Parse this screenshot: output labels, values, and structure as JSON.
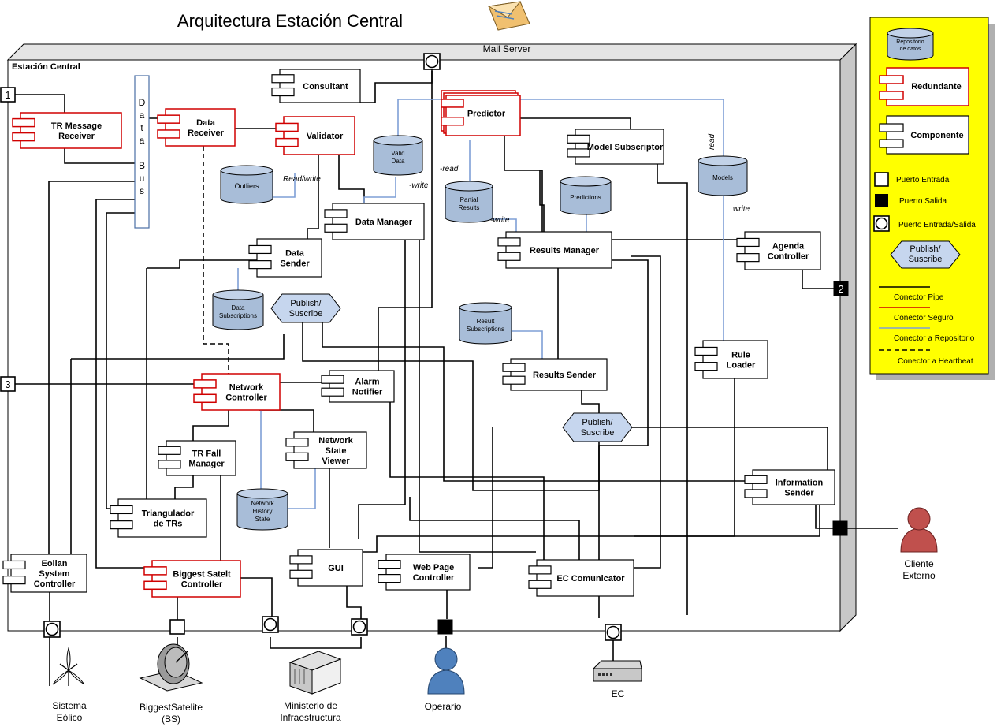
{
  "title": "Arquitectura Estación Central",
  "container_label": "Estación Central",
  "mail_server": "Mail Server",
  "data_bus_letters": [
    "D",
    "a",
    "t",
    "a",
    "B",
    "u",
    "s"
  ],
  "components": {
    "tr_message_receiver": [
      "TR Message",
      "Receiver"
    ],
    "data_receiver": [
      "Data",
      "Receiver"
    ],
    "consultant": [
      "Consultant"
    ],
    "validator": [
      "Validator"
    ],
    "predictor": [
      "Predictor"
    ],
    "model_subscriptor": [
      "Model Subscriptor"
    ],
    "data_manager": [
      "Data Manager"
    ],
    "data_sender": [
      "Data",
      "Sender"
    ],
    "results_manager": [
      "Results Manager"
    ],
    "agenda_controller": [
      "Agenda",
      "Controller"
    ],
    "results_sender": [
      "Results Sender"
    ],
    "rule_loader": [
      "Rule",
      "Loader"
    ],
    "network_controller": [
      "Network",
      "Controller"
    ],
    "alarm_notifier": [
      "Alarm",
      "Notifier"
    ],
    "network_state_viewer": [
      "Network",
      "State",
      "Viewer"
    ],
    "tr_fall_manager": [
      "TR Fall",
      "Manager"
    ],
    "triangulador": [
      "Triangulador",
      "de TRs"
    ],
    "information_sender": [
      "Information",
      "Sender"
    ],
    "eolian": [
      "Eolian",
      "System",
      "Controller"
    ],
    "biggest": [
      "Biggest Satelt",
      "Controller"
    ],
    "gui": [
      "GUI"
    ],
    "web_page": [
      "Web Page",
      "Controller"
    ],
    "ec_comunicator": [
      "EC Comunicator"
    ]
  },
  "repositories": {
    "outliers": [
      "Outliers"
    ],
    "valid_data": [
      "Valid",
      "Data"
    ],
    "partial_results": [
      "Partial",
      "Results"
    ],
    "predictions": [
      "Predictions"
    ],
    "models": [
      "Models"
    ],
    "data_subscriptions": [
      "Data",
      "Subscriptions"
    ],
    "result_subscriptions": [
      "Result",
      "Subscriptions"
    ],
    "network_history": [
      "Network",
      "History",
      "State"
    ]
  },
  "publish": [
    "Publish/",
    "Suscribe"
  ],
  "edge_labels": {
    "read_write": "Read/write",
    "write_vd": "-write",
    "read_pred": "-read",
    "write_pr": "-write",
    "read_models": "read",
    "write_models": "write"
  },
  "ports": {
    "p1": "1",
    "p2": "2",
    "p3": "3"
  },
  "externals": {
    "cliente": [
      "Cliente",
      "Externo"
    ],
    "sistema": [
      "Sistema",
      "Eólico"
    ],
    "biggestsat": [
      "BiggestSatelite",
      "(BS)"
    ],
    "ministerio": [
      "Ministerio de",
      "Infraestructura"
    ],
    "operario": [
      "Operario"
    ],
    "ec": [
      "EC"
    ]
  },
  "legend": {
    "repositorio": [
      "Repositorio",
      "de datos"
    ],
    "redundante": "Redundante",
    "componente": "Componente",
    "puerto_entrada": "Puerto Entrada",
    "puerto_salida": "Puerto Salida",
    "puerto_es": "Puerto Entrada/Salida",
    "publish": [
      "Publish/",
      "Suscribe"
    ],
    "pipe": "Conector Pipe",
    "seguro": "Conector Seguro",
    "repo": "Conector a Repositorio",
    "heartbeat": "Conector a Heartbeat"
  },
  "colors": {
    "legend_bg": "#ffff00",
    "redundant": "#d00000",
    "repo_line": "#7f9fd6",
    "repo_fill": "#a8bdd8",
    "person_red": "#c0504d",
    "person_blue": "#4f81bd",
    "frame_shadow": "#c8c8c8"
  }
}
